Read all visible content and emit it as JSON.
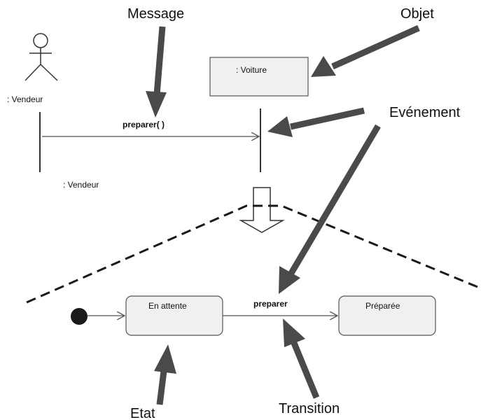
{
  "annotations": {
    "message": "Message",
    "objet": "Objet",
    "evenement": "Evénement",
    "etat": "Etat",
    "transition": "Transition"
  },
  "sequence": {
    "actor_label": ": Vendeur",
    "lifeline_label": ": Vendeur",
    "object_label": ": Voiture",
    "message_label": "preparer( )"
  },
  "state_machine": {
    "state_1": "En attente",
    "state_2": "Préparée",
    "event_label": "preparer"
  },
  "colors": {
    "callout_arrow": "#4a4a4a",
    "box_fill": "#f0f0f0",
    "line": "#555555",
    "initial_state": "#1a1a1a"
  }
}
